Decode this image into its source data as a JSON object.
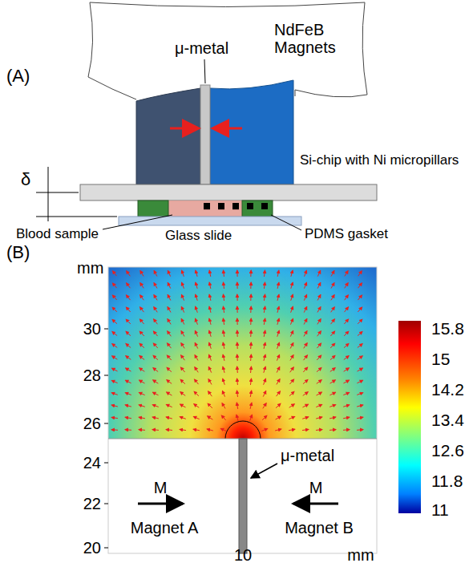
{
  "diagram": {
    "labels": [
      "(A)",
      "μ-metal",
      "NdFeB Magnets",
      "δ",
      "Si-chip with Ni micropillars",
      "Glass slide",
      "Blood sample",
      "PDMS gasket",
      "(B)",
      "mm",
      "30",
      "28",
      "26",
      "24",
      "22",
      "20",
      "μ-metal",
      "M",
      "Magnet A",
      "M",
      "Magnet B",
      "10",
      "mm",
      "15.8",
      "15",
      "14.2",
      "13.4",
      "12.6",
      "11.8",
      "11"
    ]
  }
}
